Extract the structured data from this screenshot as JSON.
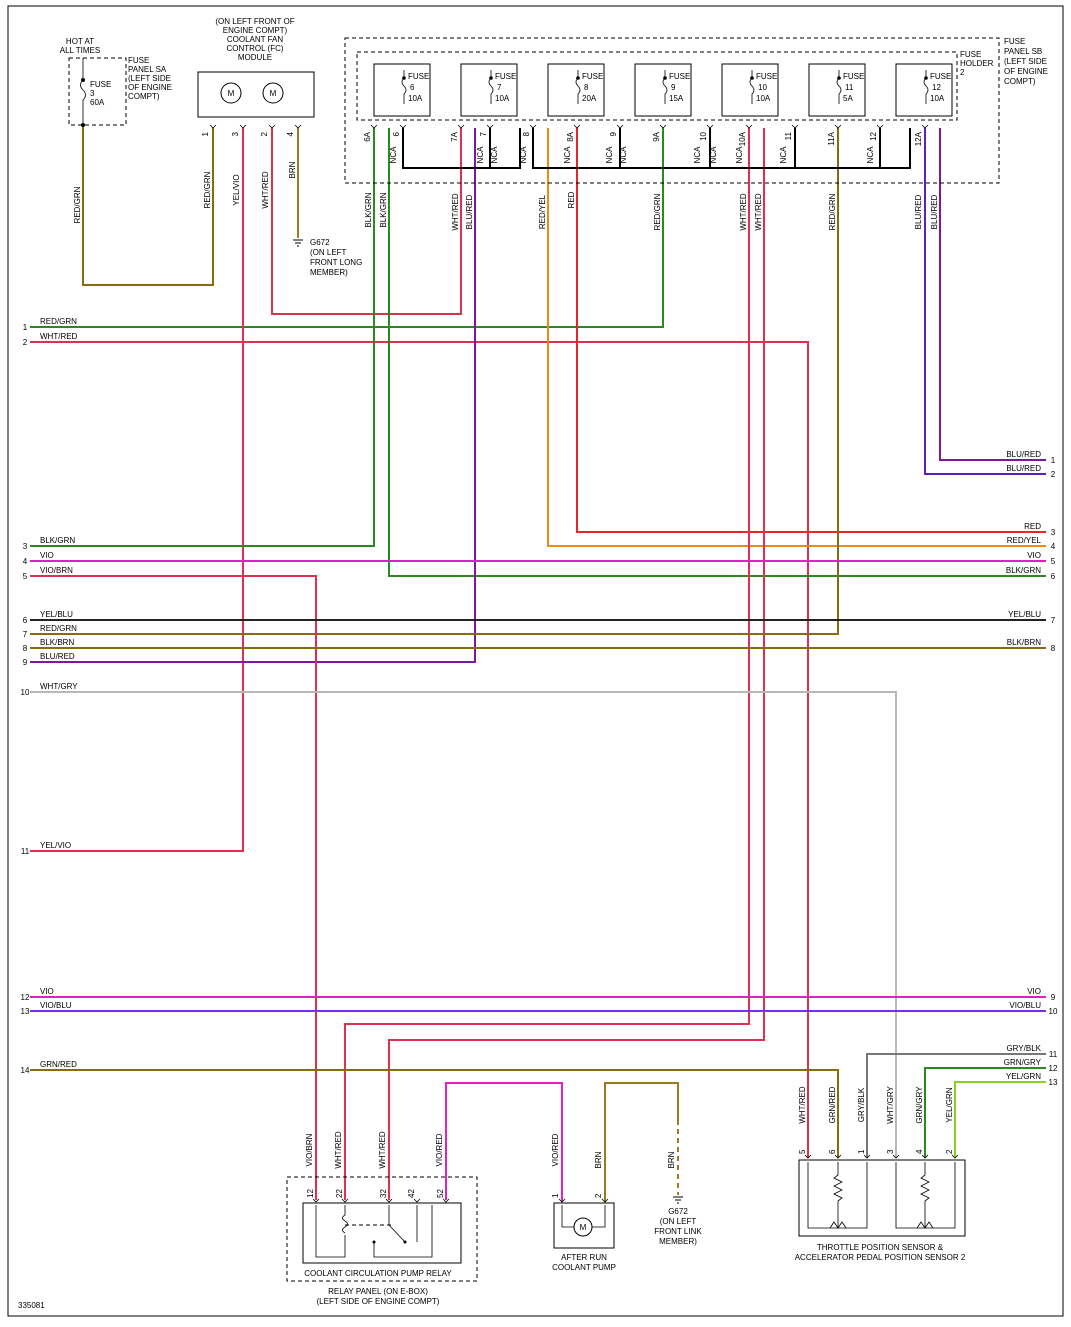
{
  "colors": {
    "RED": "#e8262a",
    "GRN": "#2a8a1f",
    "BLK": "#222222",
    "YEL": "#e0b000",
    "VIO": "#e020c0",
    "BRN": "#9a7a22",
    "BLU": "#5a20c8",
    "WHT": "#b8b8b8",
    "GRY": "#777777",
    "ORN": "#f08a10",
    "PINKRED": "#e03050",
    "GRNRED": "#8a6a10",
    "BLURED": "#7a1a9a",
    "VIOBLU": "#7a30e0",
    "LIME": "#8ad020"
  },
  "titles": {
    "hot": [
      "HOT AT",
      "ALL TIMES"
    ],
    "fuse_sa": [
      "FUSE",
      "PANEL SA",
      "(LEFT SIDE",
      "OF ENGINE",
      "COMPT)"
    ],
    "fuse3": [
      "FUSE",
      "3",
      "60A"
    ],
    "fc_module": [
      "(ON LEFT FRONT OF",
      "ENGINE COMPT)",
      "COOLANT FAN",
      "CONTROL (FC)",
      "MODULE"
    ],
    "fuse_holder": [
      "FUSE",
      "HOLDER",
      "2"
    ],
    "fuse_sb": [
      "FUSE",
      "PANEL SB",
      "(LEFT SIDE",
      "OF ENGINE",
      "COMPT)"
    ],
    "g672_top": [
      "G672",
      "(ON LEFT",
      "FRONT LONG",
      "MEMBER)"
    ],
    "g672_bot": [
      "G672",
      "(ON LEFT",
      "FRONT LINK",
      "MEMBER)"
    ],
    "relay": "COOLANT CIRCULATION PUMP RELAY",
    "relay_panel": [
      "RELAY PANEL (ON E-BOX)",
      "(LEFT SIDE OF ENGINE COMPT)"
    ],
    "pump": [
      "AFTER RUN",
      "COOLANT PUMP"
    ],
    "tps": [
      "THROTTLE POSITION SENSOR &",
      "ACCELERATOR PEDAL POSITION SENSOR 2"
    ],
    "diagram_id": "335081"
  },
  "fuses": [
    {
      "name": "FUSE",
      "num": "6",
      "amp": "10A"
    },
    {
      "name": "FUSE",
      "num": "7",
      "amp": "10A"
    },
    {
      "name": "FUSE",
      "num": "8",
      "amp": "20A"
    },
    {
      "name": "FUSE",
      "num": "9",
      "amp": "15A"
    },
    {
      "name": "FUSE",
      "num": "10",
      "amp": "10A"
    },
    {
      "name": "FUSE",
      "num": "11",
      "amp": "5A"
    },
    {
      "name": "FUSE",
      "num": "12",
      "amp": "10A"
    }
  ],
  "fuse_pins": [
    [
      "6A",
      "6"
    ],
    [
      "7A",
      "7"
    ],
    [
      "8",
      "8A"
    ],
    [
      "9",
      "9A"
    ],
    [
      "10",
      "10A"
    ],
    [
      "11",
      "11A"
    ],
    [
      "12",
      "12A"
    ]
  ],
  "nca": "NCA",
  "fc_pins": [
    "1",
    "3",
    "2",
    "4"
  ],
  "relay_pins": [
    "12",
    "22",
    "32",
    "42",
    "52"
  ],
  "pump_pins": [
    "1",
    "2"
  ],
  "tps_pins": [
    "5",
    "6",
    "1",
    "3",
    "4",
    "2"
  ],
  "wire_labels": {
    "red_grn": "RED/GRN",
    "yel_vio": "YEL/VIO",
    "wht_red": "WHT/RED",
    "brn": "BRN",
    "blk_grn": "BLK/GRN",
    "blu_red": "BLU/RED",
    "red_yel": "RED/YEL",
    "red": "RED",
    "vio_brn": "VIO/BRN",
    "vio_red": "VIO/RED",
    "grn_red": "GRN/RED",
    "gry_blk": "GRY/BLK",
    "wht_gry": "WHT/GRY",
    "grn_gry": "GRN/GRY",
    "yel_grn": "YEL/GRN"
  },
  "left_rows": [
    {
      "n": "1",
      "label": "RED/GRN"
    },
    {
      "n": "2",
      "label": "WHT/RED"
    },
    {
      "n": "3",
      "label": "BLK/GRN"
    },
    {
      "n": "4",
      "label": "VIO"
    },
    {
      "n": "5",
      "label": "VIO/BRN"
    },
    {
      "n": "6",
      "label": "YEL/BLU"
    },
    {
      "n": "7",
      "label": "RED/GRN"
    },
    {
      "n": "8",
      "label": "BLK/BRN"
    },
    {
      "n": "9",
      "label": "BLU/RED"
    },
    {
      "n": "10",
      "label": "WHT/GRY"
    },
    {
      "n": "11",
      "label": "YEL/VIO"
    },
    {
      "n": "12",
      "label": "VIO"
    },
    {
      "n": "13",
      "label": "VIO/BLU"
    },
    {
      "n": "14",
      "label": "GRN/RED"
    }
  ],
  "right_rows": [
    {
      "n": "1",
      "label": "BLU/RED"
    },
    {
      "n": "2",
      "label": "BLU/RED"
    },
    {
      "n": "3",
      "label": "RED"
    },
    {
      "n": "4",
      "label": "RED/YEL"
    },
    {
      "n": "5",
      "label": "VIO"
    },
    {
      "n": "6",
      "label": "BLK/GRN"
    },
    {
      "n": "7",
      "label": "YEL/BLU"
    },
    {
      "n": "8",
      "label": "BLK/BRN"
    },
    {
      "n": "9",
      "label": "VIO"
    },
    {
      "n": "10",
      "label": "VIO/BLU"
    },
    {
      "n": "11",
      "label": "GRY/BLK"
    },
    {
      "n": "12",
      "label": "GRN/GRY"
    },
    {
      "n": "13",
      "label": "YEL/GRN"
    }
  ]
}
